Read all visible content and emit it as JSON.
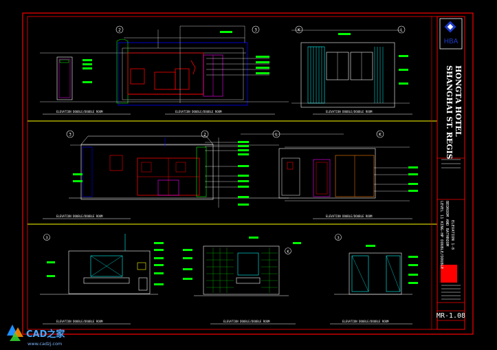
{
  "logo": {
    "text": "HBA",
    "color": "#1e3cc8"
  },
  "project": {
    "line1": "SHANGHAI ST. REGIS",
    "line2": "HONGTA HOTEL"
  },
  "sheet": {
    "desc1": "LEVEL 11 KING-HP DOUBLE/DOUBLE",
    "desc2": "BEDROOM AND BATHROOM",
    "desc3": "ELEVATION 1-8",
    "number": "MR-1.08"
  },
  "grid_bubbles": {
    "row1": [
      "2",
      "3",
      "K",
      "L"
    ],
    "row2": [
      "3",
      "2",
      "L",
      "K"
    ],
    "row3": [
      "3",
      "K",
      "3"
    ]
  },
  "elevation_title": "ELEVATION DOUBLE/DOUBLE ROOM",
  "watermark": {
    "brand": "CAD之家",
    "url": "www.cadzj.com"
  },
  "colors": {
    "border": "#ff0000",
    "line_white": "#ffffff",
    "line_yellow": "#ffff00",
    "line_cyan": "#00ffff",
    "line_green": "#00ff00",
    "line_magenta": "#ff00ff",
    "line_blue": "#0000ff"
  }
}
